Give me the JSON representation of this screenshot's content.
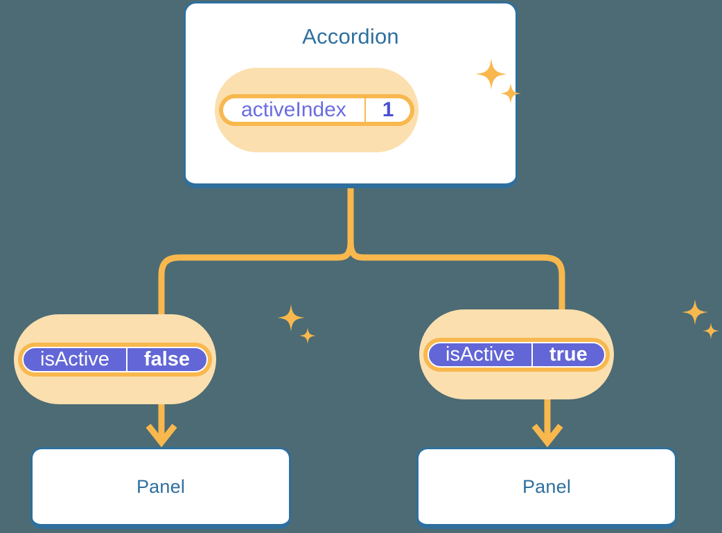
{
  "diagram": {
    "title_text": "Accordion",
    "background_color": "#4c6b74",
    "accent_orange": "#f8b84e",
    "accent_orange_soft": "#fbdfae",
    "accent_blue": "#2e6f9e",
    "accent_purple": "#6266d6"
  },
  "root_node": {
    "label": "Accordion",
    "state_badge": {
      "key": "activeIndex",
      "value": "1"
    }
  },
  "children": [
    {
      "branch": "left",
      "state_badge": {
        "key": "isActive",
        "value": "false"
      },
      "node_label": "Panel"
    },
    {
      "branch": "right",
      "state_badge": {
        "key": "isActive",
        "value": "true"
      },
      "node_label": "Panel"
    }
  ],
  "icons": {
    "sparkle_large": "sparkle-four-point-icon",
    "sparkle_small": "sparkle-four-point-small-icon",
    "arrow_down": "arrow-down-icon"
  }
}
